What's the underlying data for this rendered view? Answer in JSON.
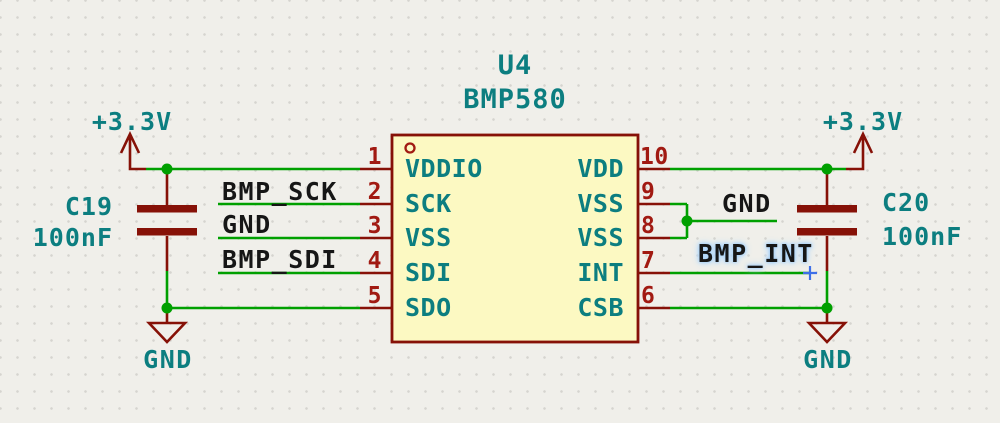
{
  "ic": {
    "reference": "U4",
    "value": "BMP580",
    "left_pins": [
      {
        "number": "1",
        "name": "VDDIO"
      },
      {
        "number": "2",
        "name": "SCK"
      },
      {
        "number": "3",
        "name": "VSS"
      },
      {
        "number": "4",
        "name": "SDI"
      },
      {
        "number": "5",
        "name": "SDO"
      }
    ],
    "right_pins": [
      {
        "number": "10",
        "name": "VDD"
      },
      {
        "number": "9",
        "name": "VSS"
      },
      {
        "number": "8",
        "name": "VSS"
      },
      {
        "number": "7",
        "name": "INT"
      },
      {
        "number": "6",
        "name": "CSB"
      }
    ]
  },
  "capacitors": {
    "c19": {
      "reference": "C19",
      "value": "100nF"
    },
    "c20": {
      "reference": "C20",
      "value": "100nF"
    }
  },
  "power": {
    "rail_left": "+3.3V",
    "rail_right": "+3.3V",
    "gnd_left": "GND",
    "gnd_right": "GND"
  },
  "net_labels": {
    "sck": "BMP_SCK",
    "gnd_mid_left": "GND",
    "sdi": "BMP_SDI",
    "gnd_mid_right": "GND",
    "int": "BMP_INT",
    "int_highlighted": true
  },
  "colors": {
    "wire_green": "#00A000",
    "symbol_outline": "#861107",
    "pin_number_red": "#A11A12",
    "text_teal": "#0C7E80",
    "body_fill": "#FCF9C2",
    "label_black": "#161616",
    "highlight_halo_blue": "#A9D2F8",
    "wire_end_cross_blue": "#3E6FE8",
    "background": "#F0EFEA"
  }
}
